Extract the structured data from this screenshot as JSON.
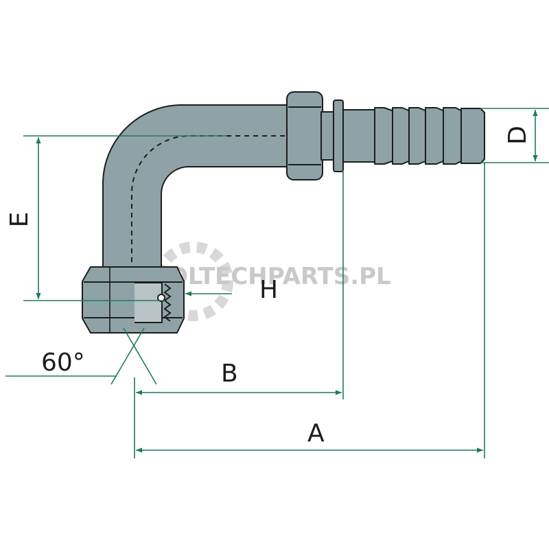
{
  "watermark": {
    "text": "OLTECHPARTS.PL"
  },
  "labels": {
    "A": "A",
    "B": "B",
    "D": "D",
    "E": "E",
    "H": "H",
    "angle": "60°"
  },
  "colors": {
    "part": "#8fa3a6",
    "outline": "#1c1c1c",
    "dimension": "#1f7a5a",
    "watermark": "#c9c9c9"
  }
}
